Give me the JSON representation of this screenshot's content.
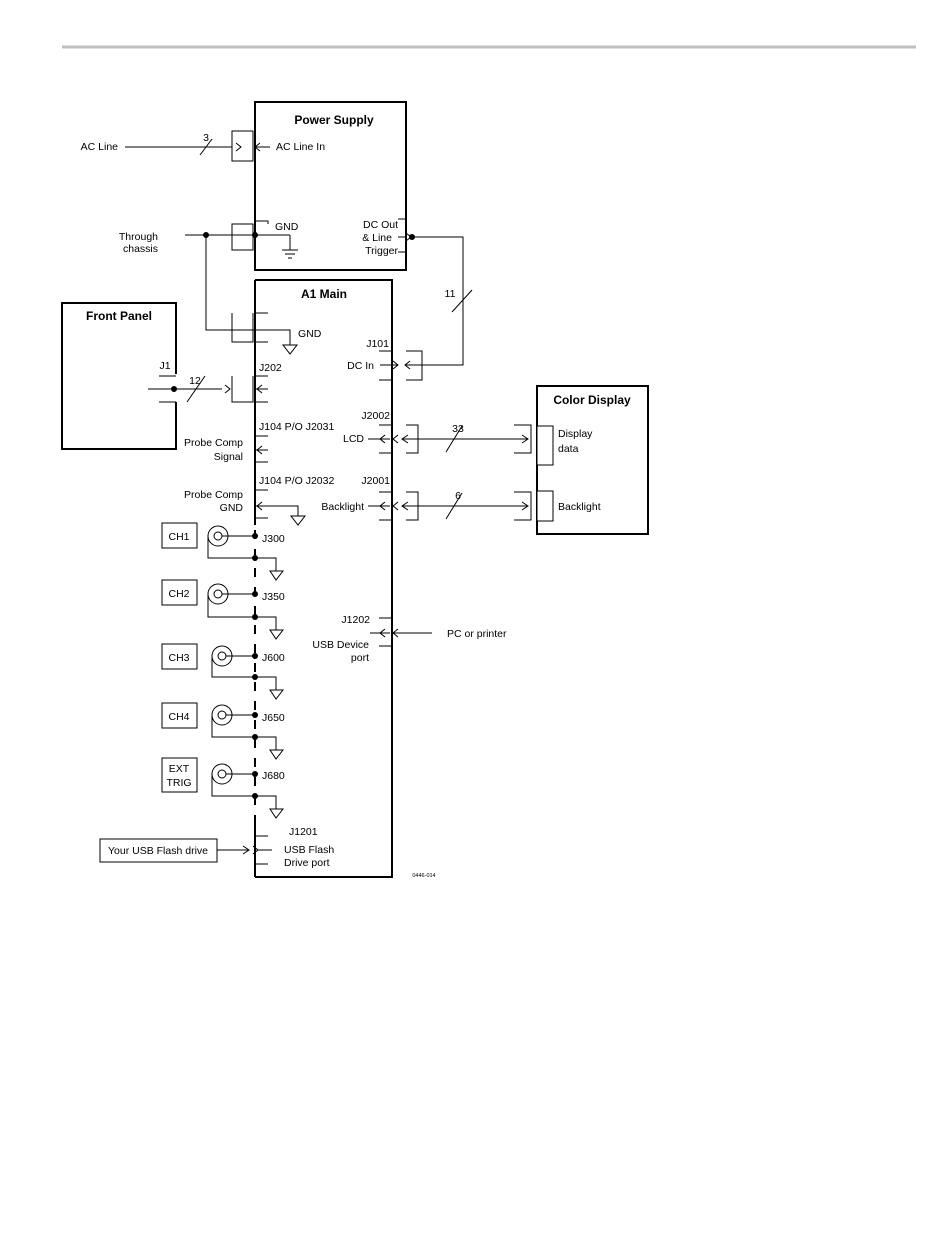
{
  "blocks": {
    "power_supply": "Power Supply",
    "a1_main": "A1 Main",
    "front_panel": "Front Panel",
    "color_display": "Color Display"
  },
  "labels": {
    "ac_line": "AC Line",
    "ac_line_in": "AC Line In",
    "gnd_ps": "GND",
    "through": "Through",
    "chassis": "chassis",
    "dc_out": "DC Out",
    "and_line": "& Line",
    "trigger": "Trigger",
    "gnd_main": "GND",
    "j101": "J101",
    "dc_in": "DC In",
    "j202": "J202",
    "j1": "J1",
    "j2002": "J2002",
    "lcd": "LCD",
    "display": "Display",
    "data": "data",
    "j104_2031": "J104 P/O J2031",
    "probe_comp_1": "Probe Comp",
    "signal": "Signal",
    "j104_2032": "J104 P/O J2032",
    "probe_comp_2": "Probe Comp",
    "gnd_probe": "GND",
    "j2001": "J2001",
    "backlight_main": "Backlight",
    "backlight_disp": "Backlight",
    "j1202": "J1202",
    "usb_device": "USB Device",
    "port": "port",
    "pc_printer": "PC or printer",
    "j1201": "J1201",
    "usb_flash": "USB Flash",
    "drive_port": "Drive port",
    "usb_drive": "Your USB Flash drive",
    "figure_id": "0446-014"
  },
  "bus_counts": {
    "ac": "3",
    "dc": "11",
    "front": "12",
    "lcd": "33",
    "backlight": "6"
  },
  "channels": [
    {
      "label": "CH1",
      "jack": "J300"
    },
    {
      "label": "CH2",
      "jack": "J350"
    },
    {
      "label": "CH3",
      "jack": "J600"
    },
    {
      "label": "CH4",
      "jack": "J650"
    },
    {
      "label_1": "EXT",
      "label_2": "TRIG",
      "jack": "J680"
    }
  ]
}
